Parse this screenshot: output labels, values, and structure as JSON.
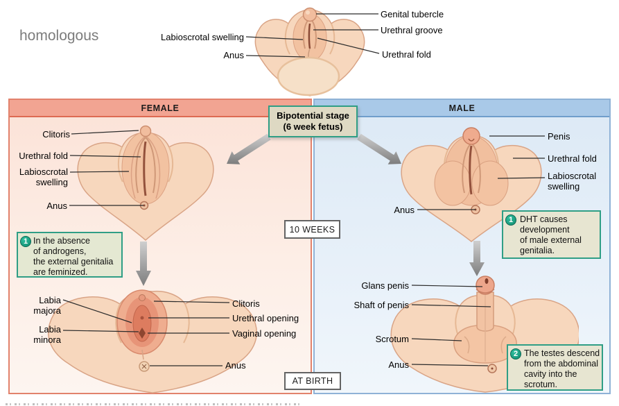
{
  "annotation": {
    "homologous": "homologous"
  },
  "bipotential": {
    "title_line1": "Bipotential stage",
    "title_line2": "(6 week fetus)",
    "labels": {
      "genital_tubercle": "Genital tubercle",
      "urethral_groove": "Urethral groove",
      "urethral_fold": "Urethral fold",
      "labioscrotal_swelling": "Labioscrotal swelling",
      "anus": "Anus"
    }
  },
  "stage_markers": {
    "ten_weeks": "10 WEEKS",
    "at_birth": "AT BIRTH"
  },
  "female": {
    "header": "FEMALE",
    "ten_weeks_labels": {
      "clitoris": "Clitoris",
      "urethral_fold": "Urethral fold",
      "labioscrotal_swelling": "Labioscrotal swelling",
      "anus": "Anus"
    },
    "callout": {
      "number": "1",
      "lines": [
        "In the absence",
        "of androgens,",
        "the external genitalia",
        "are feminized."
      ]
    },
    "birth_labels": {
      "labia_majora": "Labia majora",
      "labia_minora": "Labia minora",
      "clitoris": "Clitoris",
      "urethral_opening": "Urethral opening",
      "vaginal_opening": "Vaginal opening",
      "anus": "Anus"
    }
  },
  "male": {
    "header": "MALE",
    "ten_weeks_labels": {
      "penis": "Penis",
      "urethral_fold": "Urethral fold",
      "labioscrotal_swelling": "Labioscrotal swelling",
      "anus": "Anus"
    },
    "callout1": {
      "number": "1",
      "lines": [
        "DHT causes",
        "development",
        "of male external",
        "genitalia."
      ]
    },
    "birth_labels": {
      "glans_penis": "Glans penis",
      "shaft_of_penis": "Shaft of penis",
      "scrotum": "Scrotum",
      "anus": "Anus"
    },
    "callout2": {
      "number": "2",
      "lines": [
        "The testes descend",
        "from the abdominal",
        "cavity into the",
        "scrotum."
      ]
    }
  },
  "colors": {
    "female_header_bg": "#f2a492",
    "female_panel_border": "#e2826c",
    "female_panel_bg": "#fbe2d7",
    "male_header_bg": "#a9c9e8",
    "male_panel_border": "#8fb2d6",
    "male_panel_bg": "#dce9f5",
    "callout_border": "#2f9e85",
    "callout_bg": "#e7e5d1",
    "callout_number_bg": "#118b70",
    "skin_light": "#f7d7bd",
    "skin_mid": "#f2c2a1",
    "skin_deep": "#dd7c5f",
    "arrow_gray": "#8f8f8f"
  }
}
